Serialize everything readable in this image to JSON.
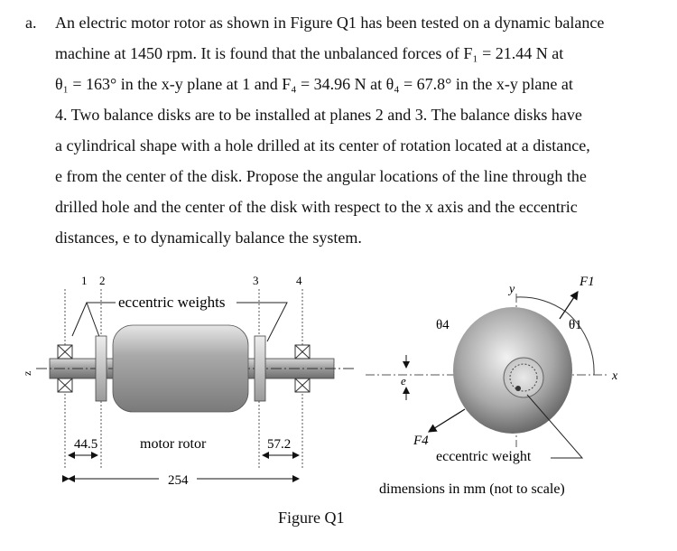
{
  "question": {
    "label": "a.",
    "lines": [
      "An electric motor rotor as shown in Figure Q1 has been tested on a dynamic balance",
      "machine at 1450 rpm. It is found that the unbalanced forces of F₁ = 21.44 N at",
      "θ₁ = 163° in the x-y plane at 1 and F₄ = 34.96 N at θ₄ = 67.8° in the x-y plane at",
      "4. Two balance disks are to be installed at planes 2 and 3. The balance disks have",
      "a cylindrical shape with a hole drilled at its center of rotation located at a distance,",
      "e from the center of the disk. Propose the angular locations of the line through the",
      "drilled hole and the center of the disk with respect to the x axis and the eccentric",
      "distances, e to dynamically balance the system."
    ]
  },
  "figure": {
    "caption": "Figure Q1",
    "left": {
      "plane_labels": [
        "1",
        "2",
        "3",
        "4"
      ],
      "eccentric_label": "eccentric weights",
      "motor_label": "motor rotor",
      "dim_left": "44.5",
      "dim_right": "57.2",
      "dim_total": "254",
      "axis_label": "z"
    },
    "right": {
      "y_label": "y",
      "x_label": "x",
      "theta4_label": "θ4",
      "theta1_label": "θ1",
      "F1_label": "F1",
      "F4_label": "F4",
      "e_label": "e",
      "eccentric_label": "eccentric weight",
      "dimensions_note": "dimensions in mm (not to scale)"
    }
  }
}
